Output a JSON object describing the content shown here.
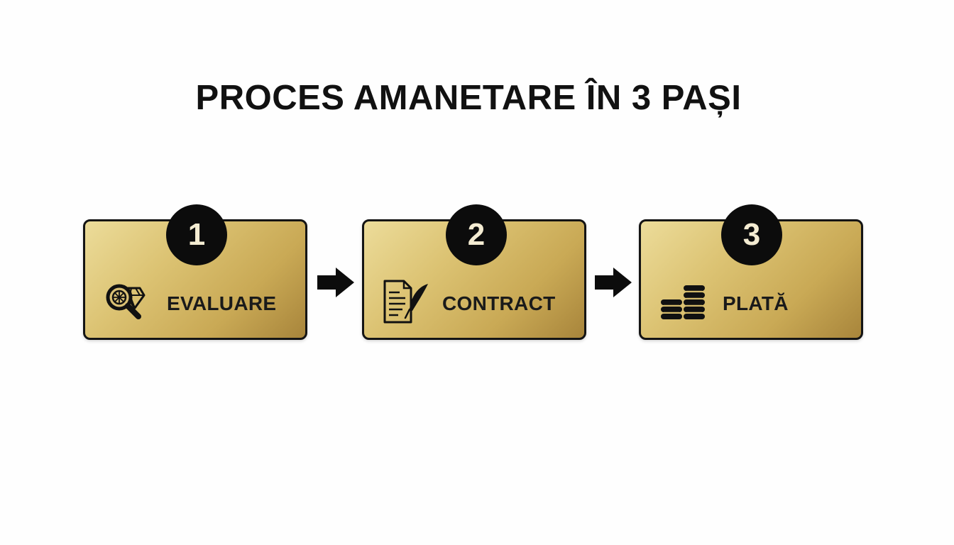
{
  "title": "PROCES AMANETARE ÎN 3 PAȘI",
  "steps": [
    {
      "number": "1",
      "label": "EVALUARE",
      "icon": "magnifier-diamond-icon"
    },
    {
      "number": "2",
      "label": "CONTRACT",
      "icon": "document-quill-icon"
    },
    {
      "number": "3",
      "label": "PLATĂ",
      "icon": "coin-stacks-icon"
    }
  ],
  "colors": {
    "card_gold_light": "#ecdc9a",
    "card_gold_dark": "#a8853b",
    "badge": "#0c0c0c",
    "text": "#111111"
  }
}
